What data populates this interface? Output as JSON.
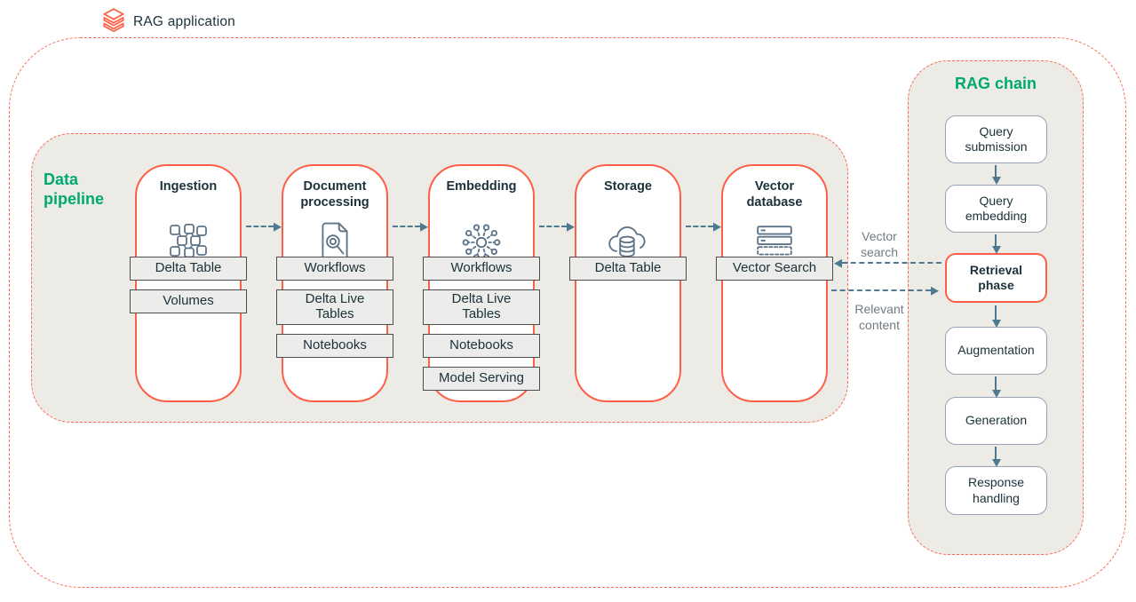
{
  "header": {
    "app_label": "RAG application",
    "logo_icon": "databricks-stack-icon"
  },
  "colors": {
    "coral_border": "#FF5F46",
    "green_title": "#00A972",
    "navy_text": "#1B3139",
    "panel_fill": "#ECEBE6",
    "arrow_slate": "#4E7A8F",
    "chip_fill": "#ECECEA",
    "chain_box_border": "#97A2B3",
    "muted_label": "#717A83"
  },
  "data_pipeline": {
    "title": "Data pipeline",
    "stages": [
      {
        "title": "Ingestion",
        "icon": "grid-nodes-icon",
        "chips": [
          "Delta Table",
          "Volumes"
        ]
      },
      {
        "title": "Document processing",
        "icon": "document-search-icon",
        "chips": [
          "Workflows",
          "Delta Live Tables",
          "Notebooks"
        ]
      },
      {
        "title": "Embedding",
        "icon": "neural-embedding-icon",
        "chips": [
          "Workflows",
          "Delta Live Tables",
          "Notebooks",
          "Model Serving"
        ]
      },
      {
        "title": "Storage",
        "icon": "cloud-database-icon",
        "chips": [
          "Delta Table"
        ]
      },
      {
        "title": "Vector database",
        "icon": "server-stack-icon",
        "chips": [
          "Vector Search"
        ]
      }
    ]
  },
  "rag_chain": {
    "title": "RAG chain",
    "steps": [
      "Query submission",
      "Query embedding",
      "Retrieval phase",
      "Augmentation",
      "Generation",
      "Response handling"
    ],
    "highlighted_step": "Retrieval phase"
  },
  "connections": {
    "vector_search_label": "Vector search",
    "relevant_content_label": "Relevant content"
  }
}
